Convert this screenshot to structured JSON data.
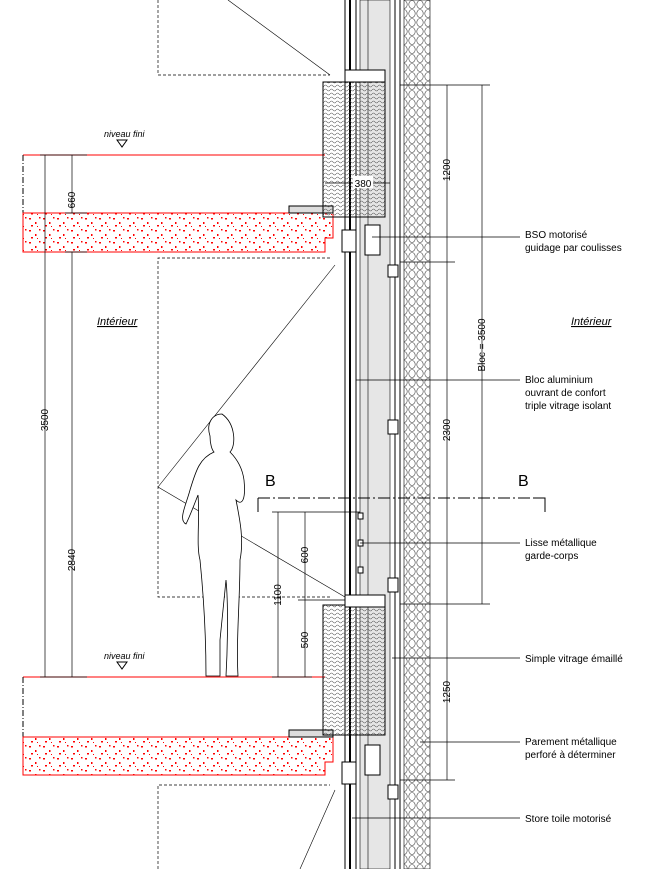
{
  "labels": {
    "niveau_fini_top": "niveau fini",
    "niveau_fini_bottom": "niveau fini",
    "interieur_left": "Intérieur",
    "interieur_right": "Intérieur",
    "section_left": "B",
    "section_right": "B"
  },
  "dimensions": {
    "d660": "660",
    "d3500": "3500",
    "d2840": "2840",
    "d1100": "1100",
    "d600": "600",
    "d500": "500",
    "d380": "380",
    "d1200": "1200",
    "d2300": "2300",
    "bloc": "Bloc = 3500",
    "d1250": "1250"
  },
  "callouts": {
    "bso": [
      "BSO motorisé",
      "guidage par coulisses"
    ],
    "bloc": [
      "Bloc aluminium",
      "ouvrant de confort",
      "triple vitrage isolant"
    ],
    "lisse": [
      "Lisse métallique",
      "garde-corps"
    ],
    "simple": "Simple vitrage émaillé",
    "parement": [
      "Parement métallique",
      "perforé à déterminer"
    ],
    "store": "Store toile motorisé"
  },
  "colors": {
    "slab": "#ff0000",
    "line": "#000000",
    "glass": "#e6e6e6"
  }
}
